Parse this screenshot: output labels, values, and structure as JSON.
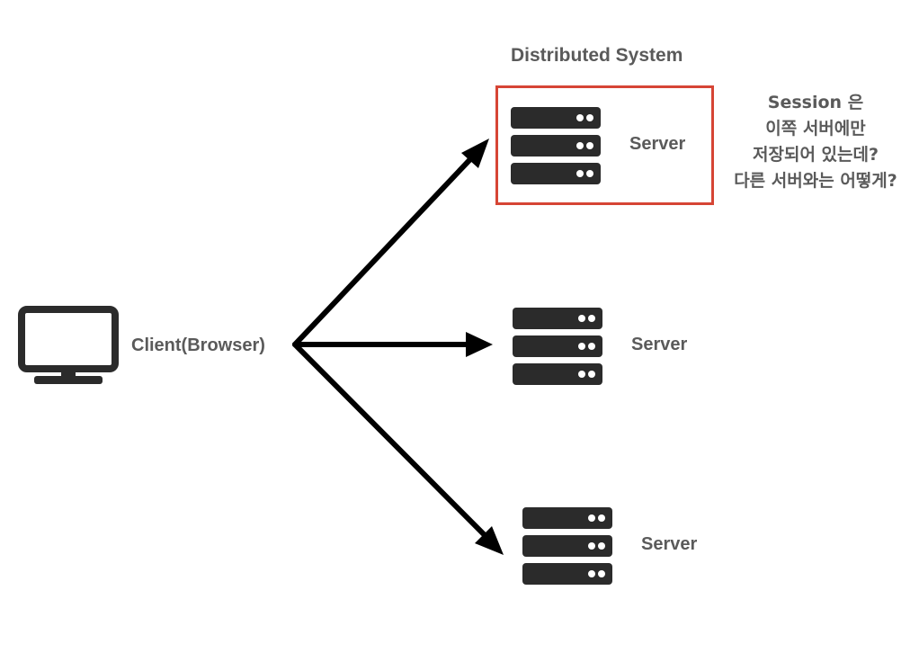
{
  "diagram": {
    "title": "Distributed System",
    "client": {
      "label": "Client(Browser)",
      "icon": "monitor-icon"
    },
    "servers": [
      {
        "label": "Server",
        "icon": "server-rack-icon",
        "highlighted": true
      },
      {
        "label": "Server",
        "icon": "server-rack-icon",
        "highlighted": false
      },
      {
        "label": "Server",
        "icon": "server-rack-icon",
        "highlighted": false
      }
    ],
    "note_lines": [
      "Session 은",
      "이쪽 서버에만",
      "저장되어 있는데?",
      "다른 서버와는 어떻게?"
    ],
    "colors": {
      "highlight_border": "#d64535",
      "icon_fill": "#2b2b2b",
      "text": "#5a5a5a",
      "arrow": "#000000"
    }
  }
}
